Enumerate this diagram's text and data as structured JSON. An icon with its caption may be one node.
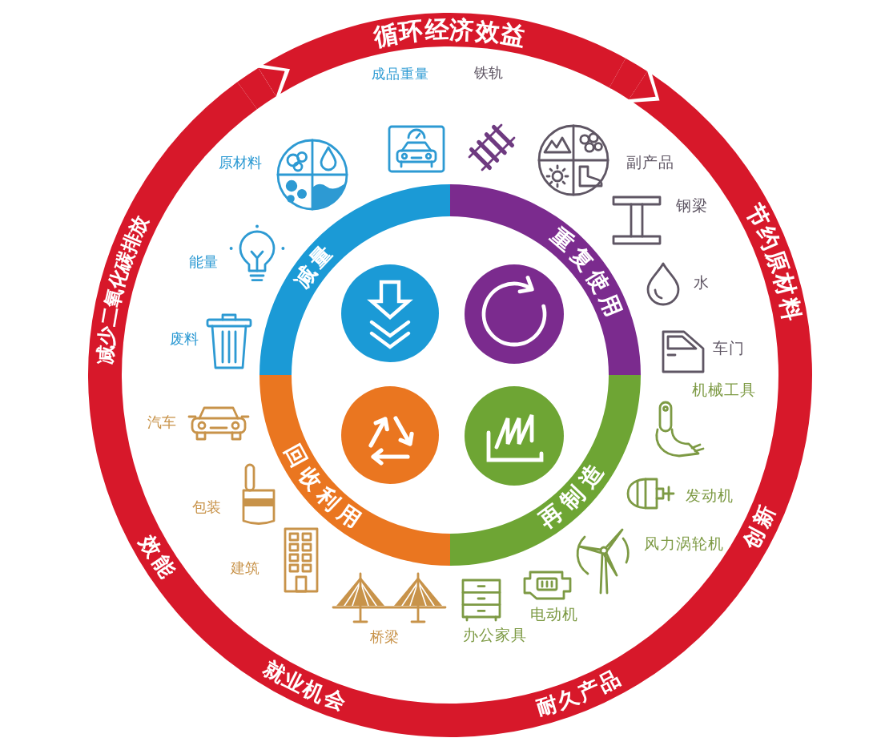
{
  "diagram": {
    "nodes": [
      {
        "text": [
          "循环经济效益"
        ]
      },
      {
        "text": [
          "减少二氧化碳排放",
          "节约原材料",
          "效能",
          "创新",
          "就业机会",
          "耐久产品"
        ]
      },
      {
        "text": [
          "减量"
        ]
      },
      {
        "text": [
          "重复使用"
        ]
      },
      {
        "text": [
          "回收利用"
        ]
      },
      {
        "text": [
          "再制造"
        ]
      }
    ],
    "edges": [
      {
        "from": 0,
        "to": 1,
        "arrow": "to"
      },
      {
        "from": 1,
        "to": 0,
        "arrow": "to"
      }
    ],
    "labels": [
      "成品重量",
      "铁轨",
      "原材料",
      "副产品",
      "钢梁",
      "能量",
      "水",
      "废料",
      "车门",
      "机械工具",
      "汽车",
      "发动机",
      "包装",
      "风力涡轮机",
      "建筑",
      "电动机",
      "办公家具",
      "桥梁"
    ]
  }
}
